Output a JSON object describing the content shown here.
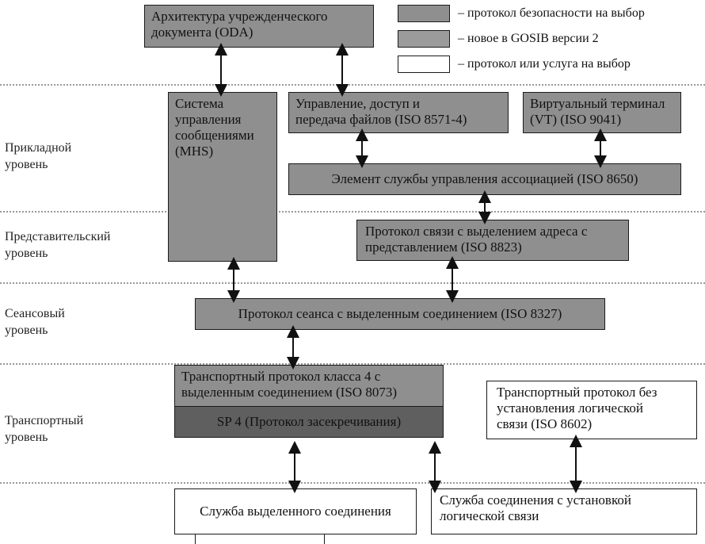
{
  "colors": {
    "security_optional": "#8f8f8f",
    "new_gosib_v2": "#9b9b9b",
    "optional_service": "#ffffff",
    "secure_protocol": "#5f5f5f"
  },
  "legend": [
    {
      "text": "– протокол безопасности на выбор"
    },
    {
      "text": "– новое в GOSIB версии 2"
    },
    {
      "text": "– протокол или услуга на выбор"
    }
  ],
  "levels": {
    "application": "Прикладной\nуровень",
    "presentation": "Представительский\nуровень",
    "session": "Сеансовый\nуровень",
    "transport": "Транспортный\nуровень"
  },
  "boxes": {
    "oda": "Архитектура учрежденческого\nдокумента (ODA)",
    "mhs": "Система\nуправления\nсообщениями\n(MHS)",
    "ftam": "Управление, доступ и\nпередача файлов (ISO 8571-4)",
    "vt": "Виртуальный терминал\n(VT) (ISO 9041)",
    "acse": "Элемент службы управления ассоциацией (ISO 8650)",
    "presentation_protocol": "Протокол связи с выделением адреса с\nпредставлением (ISO 8823)",
    "session_protocol": "Протокол сеанса с выделенным соединением (ISO 8327)",
    "transport_class4": "Транспортный протокол класса  4 с\nвыделенным соединением (ISO 8073)",
    "sp4": "SP 4 (Протокол засекречивания)",
    "transport_cl": "Транспортный протокол без\nустановления логической\nсвязи (ISO 8602)",
    "connection_service": "Служба выделенного соединения",
    "connectionless_service": "Служба соединения с установкой\nлогической связи"
  }
}
